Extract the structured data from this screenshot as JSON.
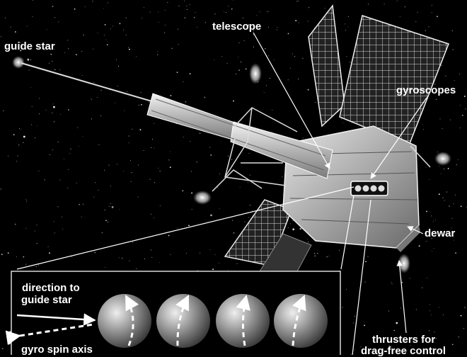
{
  "labels": {
    "guide_star": "guide star",
    "telescope": "telescope",
    "gyroscopes": "gyroscopes",
    "dewar": "dewar",
    "thrusters": "thrusters for",
    "thrusters_line2": "drag-free control",
    "direction_to": "direction to",
    "guide_star_2": "guide star",
    "gyro_spin_axis": "gyro spin axis"
  },
  "colors": {
    "background": "#000000",
    "text": "#ffffff",
    "spacecraft": "#c8c8c8",
    "solar_panel": "#d0d0d0"
  },
  "inset": {
    "gyro_count": 4,
    "spin_arrow_style": "dashed white arrow",
    "direction_arrow_style": "solid white arrow"
  }
}
